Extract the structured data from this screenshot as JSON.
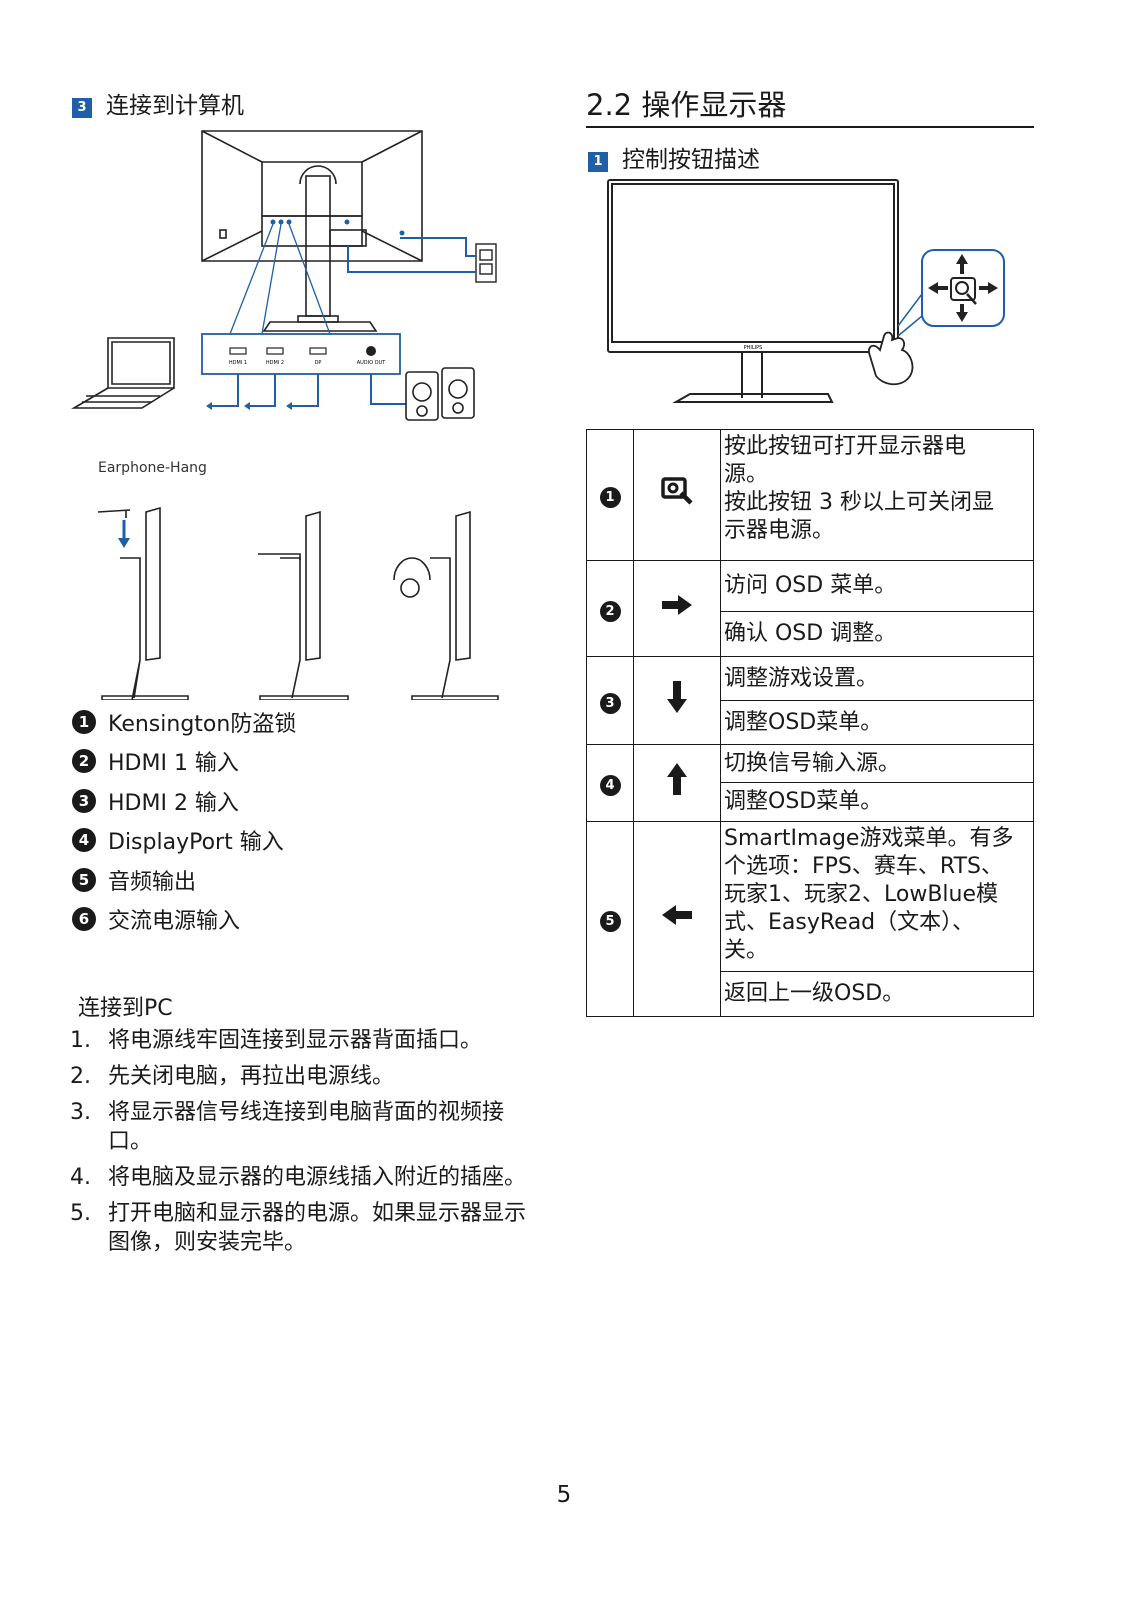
{
  "left": {
    "section_num": "3",
    "section_title": "连接到计算机",
    "port_labels": [
      "HDMI 1",
      "HDMI 2",
      "DP",
      "AUDIO OUT"
    ],
    "earphone_label": "Earphone-Hang",
    "ports": [
      {
        "num": "1",
        "label": "Kensington防盗锁"
      },
      {
        "num": "2",
        "label": "HDMI 1 输入"
      },
      {
        "num": "3",
        "label": "HDMI 2 输入"
      },
      {
        "num": "4",
        "label": "DisplayPort 输入"
      },
      {
        "num": "5",
        "label": "音频输出"
      },
      {
        "num": "6",
        "label": "交流电源输入"
      }
    ],
    "pc_title": "连接到PC",
    "steps": [
      {
        "num": "1.",
        "text": "将电源线牢固连接到显示器背面插口。"
      },
      {
        "num": "2.",
        "text": "先关闭电脑，再拉出电源线。"
      },
      {
        "num": "3.",
        "text": "将显示器信号线连接到电脑背面的视频接口。"
      },
      {
        "num": "4.",
        "text": "将电脑及显示器的电源线插入附近的插座。"
      },
      {
        "num": "5.",
        "text": "打开电脑和显示器的电源。如果显示器显示图像，则安装完毕。"
      }
    ]
  },
  "right": {
    "heading": "2.2 操作显示器",
    "sub_num": "1",
    "sub_title": "控制按钮描述",
    "brand": "PHILIPS",
    "table": {
      "r1": {
        "num": "1",
        "icon": "power-osd-icon",
        "lines": [
          "按此按钮可打开显示器电",
          "源。",
          "按此按钮 3 秒以上可关闭显",
          "示器电源。"
        ]
      },
      "r2": {
        "num": "2",
        "icon": "arrow-right-icon",
        "a": "访问 OSD 菜单。",
        "b": "确认 OSD 调整。"
      },
      "r3": {
        "num": "3",
        "icon": "arrow-down-icon",
        "a": "调整游戏设置。",
        "b": "调整OSD菜单。"
      },
      "r4": {
        "num": "4",
        "icon": "arrow-up-icon",
        "a": "切换信号输入源。",
        "b": "调整OSD菜单。"
      },
      "r5": {
        "num": "5",
        "icon": "arrow-left-icon",
        "lines": [
          "SmartImage游戏菜单。有多",
          "个选项：FPS、赛车、RTS、",
          "玩家1、玩家2、LowBlue模",
          "式、EasyRead（文本）、",
          "关。"
        ],
        "b": "返回上一级OSD。"
      }
    }
  },
  "page_number": "5"
}
